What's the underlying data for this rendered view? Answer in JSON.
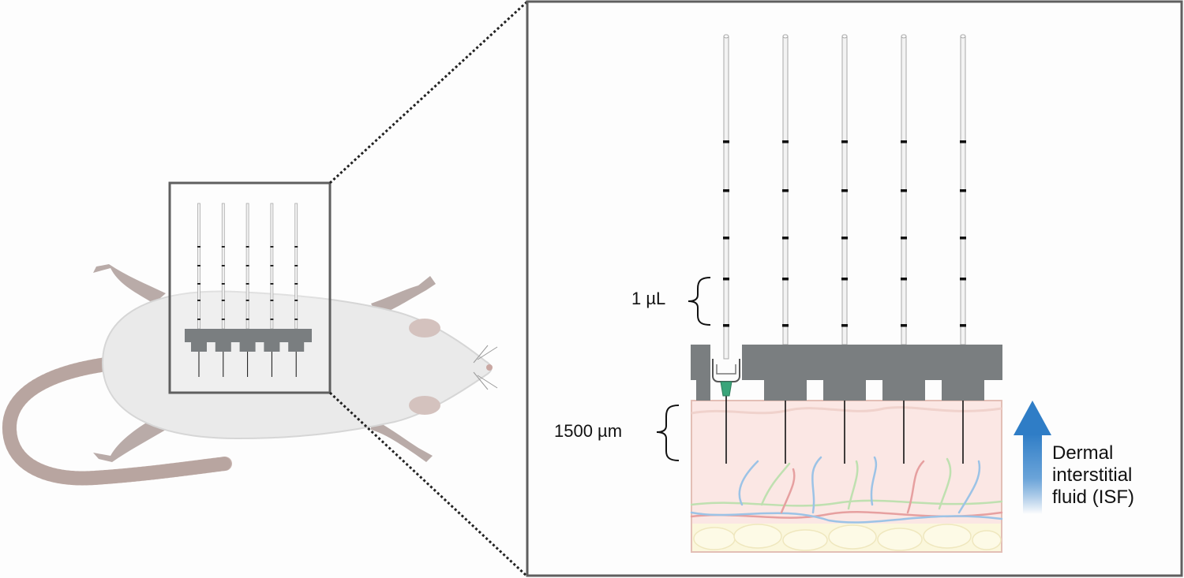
{
  "labels": {
    "volume_marker": "1 µL",
    "needle_depth": "1500 µm",
    "isf_line1": "Dermal",
    "isf_line2": "interstitial",
    "isf_line3": "fluid (ISF)"
  },
  "colors": {
    "background": "#fdfdfd",
    "rat_body": "#eaeaea",
    "rat_limbs": "#b9aba8",
    "rat_tail": "#c9b5b0",
    "device_gray": "#7a7e80",
    "box_border": "#5f5f5f",
    "skin_fill": "#fbe7e4",
    "fat_fill": "#fbf7dc",
    "vessel_blue": "#9cc3e6",
    "vessel_red": "#e6a0a0",
    "vessel_green": "#bfe0b0",
    "arrow_blue": "#2f7dc6",
    "hub_green": "#3aa57a"
  },
  "icons": [
    "rat-icon",
    "capillary-tube-icon",
    "microneedle-array-icon",
    "needle-hub-icon",
    "upward-arrow-icon",
    "brace-icon"
  ],
  "capillary_count": 5
}
